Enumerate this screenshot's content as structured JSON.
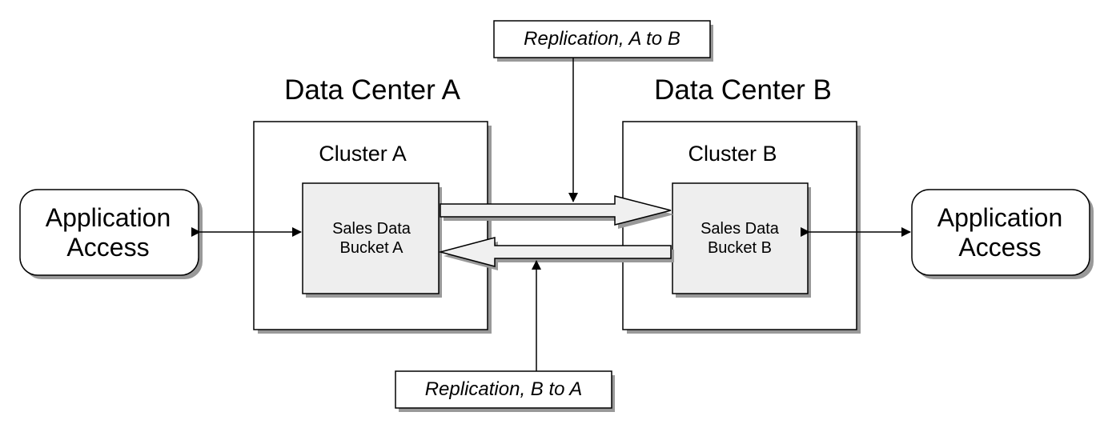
{
  "data_center_a": {
    "title": "Data Center A",
    "cluster": {
      "title": "Cluster A",
      "bucket": {
        "line1": "Sales Data",
        "line2": "Bucket A"
      }
    }
  },
  "data_center_b": {
    "title": "Data Center B",
    "cluster": {
      "title": "Cluster B",
      "bucket": {
        "line1": "Sales Data",
        "line2": "Bucket B"
      }
    }
  },
  "application_left": {
    "line1": "Application",
    "line2": "Access"
  },
  "application_right": {
    "line1": "Application",
    "line2": "Access"
  },
  "replication_a_to_b": {
    "label": "Replication, A to B"
  },
  "replication_b_to_a": {
    "label": "Replication, B to A"
  },
  "colors": {
    "stroke": "#000000",
    "box_fill": "#ffffff",
    "bucket_fill": "#eeeeee",
    "arrow_fill": "#f0f0f0",
    "shadow": "#999999"
  }
}
